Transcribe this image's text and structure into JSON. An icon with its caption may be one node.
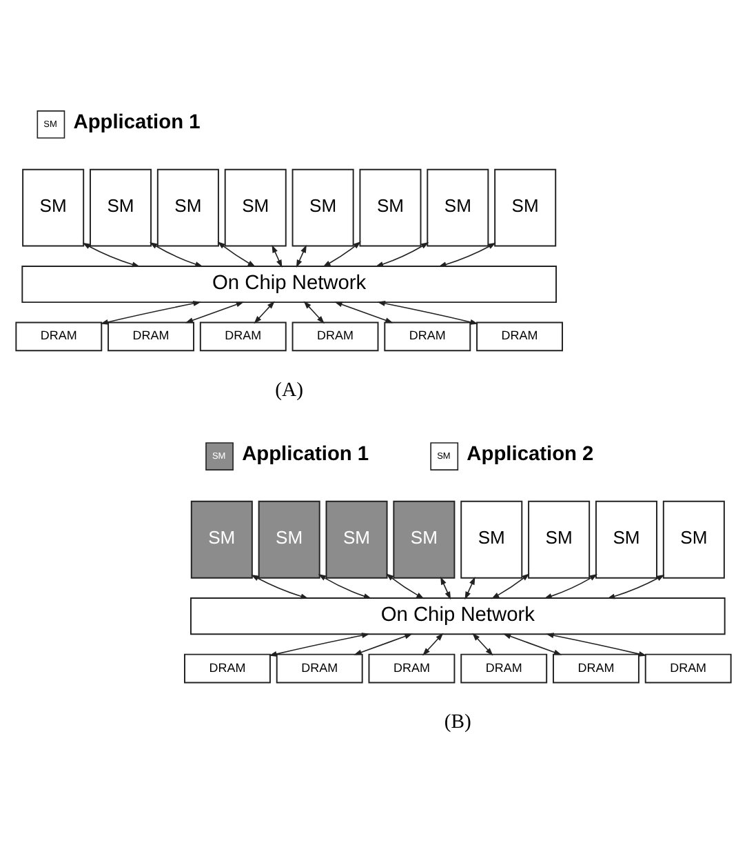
{
  "diagram": {
    "nodes": [
      {
        "text": [
          "SM"
        ],
        "beside": [
          "Application 1"
        ]
      },
      {
        "text": [
          "SM"
        ]
      },
      {
        "text": [
          "SM"
        ]
      },
      {
        "text": [
          "SM"
        ]
      },
      {
        "text": [
          "SM"
        ]
      },
      {
        "text": [
          "SM"
        ]
      },
      {
        "text": [
          "SM"
        ]
      },
      {
        "text": [
          "SM"
        ]
      },
      {
        "text": [
          "SM"
        ]
      },
      {
        "text": [
          "On Chip Network"
        ]
      },
      {
        "text": [
          "DRAM"
        ]
      },
      {
        "text": [
          "DRAM"
        ]
      },
      {
        "text": [
          "DRAM"
        ]
      },
      {
        "text": [
          "DRAM"
        ]
      },
      {
        "text": [
          "DRAM"
        ]
      },
      {
        "text": [
          "DRAM"
        ]
      },
      {
        "text": [
          "SM"
        ],
        "beside": [
          "Application 1"
        ]
      },
      {
        "text": [
          "SM"
        ],
        "beside": [
          "Application 2"
        ]
      },
      {
        "text": [
          "SM"
        ]
      },
      {
        "text": [
          "SM"
        ]
      },
      {
        "text": [
          "SM"
        ]
      },
      {
        "text": [
          "SM"
        ]
      },
      {
        "text": [
          "SM"
        ]
      },
      {
        "text": [
          "SM"
        ]
      },
      {
        "text": [
          "SM"
        ]
      },
      {
        "text": [
          "SM"
        ]
      },
      {
        "text": [
          "On Chip Network"
        ]
      },
      {
        "text": [
          "DRAM"
        ]
      },
      {
        "text": [
          "DRAM"
        ]
      },
      {
        "text": [
          "DRAM"
        ]
      },
      {
        "text": [
          "DRAM"
        ]
      },
      {
        "text": [
          "DRAM"
        ]
      },
      {
        "text": [
          "DRAM"
        ]
      }
    ],
    "edges": [
      {
        "from": 1,
        "to": 9,
        "arrow": "both"
      },
      {
        "from": 2,
        "to": 9,
        "arrow": "both"
      },
      {
        "from": 3,
        "to": 9,
        "arrow": "both"
      },
      {
        "from": 4,
        "to": 9,
        "arrow": "both"
      },
      {
        "from": 5,
        "to": 9,
        "arrow": "both"
      },
      {
        "from": 6,
        "to": 9,
        "arrow": "both"
      },
      {
        "from": 7,
        "to": 9,
        "arrow": "both"
      },
      {
        "from": 8,
        "to": 9,
        "arrow": "both"
      },
      {
        "from": 9,
        "to": 10,
        "arrow": "both"
      },
      {
        "from": 9,
        "to": 11,
        "arrow": "both"
      },
      {
        "from": 9,
        "to": 12,
        "arrow": "both"
      },
      {
        "from": 9,
        "to": 13,
        "arrow": "both"
      },
      {
        "from": 9,
        "to": 14,
        "arrow": "both"
      },
      {
        "from": 9,
        "to": 15,
        "arrow": "both"
      },
      {
        "from": 18,
        "to": 26,
        "arrow": "both"
      },
      {
        "from": 19,
        "to": 26,
        "arrow": "both"
      },
      {
        "from": 20,
        "to": 26,
        "arrow": "both"
      },
      {
        "from": 21,
        "to": 26,
        "arrow": "both"
      },
      {
        "from": 22,
        "to": 26,
        "arrow": "both"
      },
      {
        "from": 23,
        "to": 26,
        "arrow": "both"
      },
      {
        "from": 24,
        "to": 26,
        "arrow": "both"
      },
      {
        "from": 25,
        "to": 26,
        "arrow": "both"
      },
      {
        "from": 26,
        "to": 27,
        "arrow": "both"
      },
      {
        "from": 26,
        "to": 28,
        "arrow": "both"
      },
      {
        "from": 26,
        "to": 29,
        "arrow": "both"
      },
      {
        "from": 26,
        "to": 30,
        "arrow": "both"
      },
      {
        "from": 26,
        "to": 31,
        "arrow": "both"
      },
      {
        "from": 26,
        "to": 32,
        "arrow": "both"
      }
    ],
    "labels": [
      "(A)",
      "(B)"
    ]
  }
}
